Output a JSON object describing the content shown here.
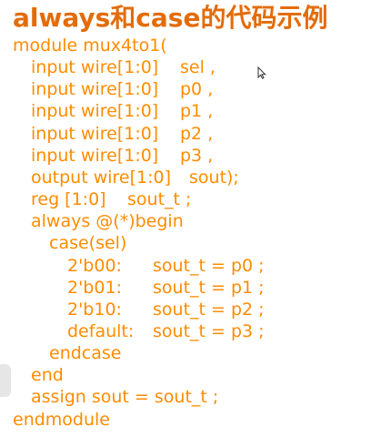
{
  "colors": {
    "title": "#e36c09",
    "code": "#ff8c00",
    "background": "#ffffff",
    "side_tab": "#e6e6e6"
  },
  "slide": {
    "title": "always和case的代码示例",
    "code_lines": [
      {
        "indent": 0,
        "tokens": [
          "module mux4to1("
        ]
      },
      {
        "indent": 1,
        "tokens": [
          "input wire[1:0]",
          "sel ,"
        ]
      },
      {
        "indent": 1,
        "tokens": [
          "input wire[1:0]",
          "p0 ,"
        ]
      },
      {
        "indent": 1,
        "tokens": [
          "input wire[1:0]",
          "p1 ,"
        ]
      },
      {
        "indent": 1,
        "tokens": [
          "input wire[1:0]",
          "p2 ,"
        ]
      },
      {
        "indent": 1,
        "tokens": [
          "input wire[1:0]",
          "p3 ,"
        ]
      },
      {
        "indent": 1,
        "tokens": [
          "output wire[1:0]",
          "sout);"
        ]
      },
      {
        "indent": 1,
        "tokens": [
          "reg [1:0]",
          "sout_t ;"
        ]
      },
      {
        "indent": 1,
        "tokens": [
          "always @(*)begin"
        ]
      },
      {
        "indent": 2,
        "tokens": [
          "case(sel)"
        ]
      },
      {
        "indent": 3,
        "tokens": [
          "2'b00:",
          "sout_t = p0 ;"
        ]
      },
      {
        "indent": 3,
        "tokens": [
          "2'b01:",
          "sout_t = p1 ;"
        ]
      },
      {
        "indent": 3,
        "tokens": [
          "2'b10:",
          "sout_t = p2 ;"
        ]
      },
      {
        "indent": 3,
        "tokens": [
          "default:",
          "sout_t = p3 ;"
        ]
      },
      {
        "indent": 2,
        "tokens": [
          "endcase"
        ]
      },
      {
        "indent": 1,
        "tokens": [
          "end"
        ]
      },
      {
        "indent": 1,
        "tokens": [
          "assign sout = sout_t ;"
        ]
      },
      {
        "indent": 0,
        "tokens": [
          "endmodule"
        ]
      }
    ]
  },
  "icons": {
    "cursor": "mouse-pointer-icon",
    "side_tab": "slide-panel-handle"
  }
}
